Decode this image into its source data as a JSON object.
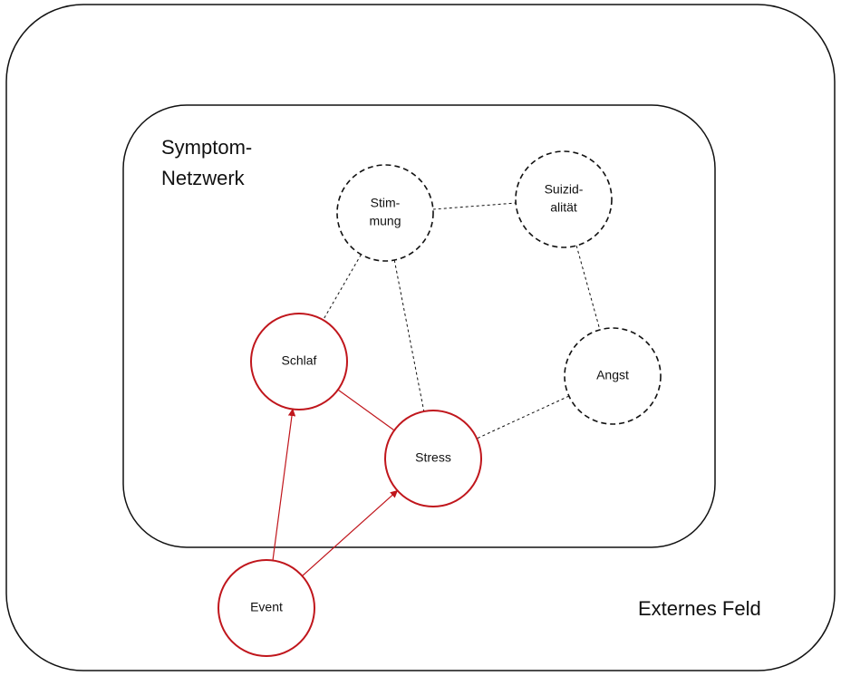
{
  "areas": {
    "outer": {
      "label": "Externes Feld"
    },
    "inner": {
      "label_lines": [
        "Symptom-",
        "Netzwerk"
      ]
    }
  },
  "nodes": {
    "stimmung": {
      "lines": [
        "Stim-",
        "mung"
      ],
      "state": "inactive"
    },
    "suizidalitaet": {
      "lines": [
        "Suizid-",
        "alität"
      ],
      "state": "inactive"
    },
    "schlaf": {
      "lines": [
        "Schlaf"
      ],
      "state": "active"
    },
    "angst": {
      "lines": [
        "Angst"
      ],
      "state": "inactive"
    },
    "stress": {
      "lines": [
        "Stress"
      ],
      "state": "active"
    },
    "event": {
      "lines": [
        "Event"
      ],
      "state": "active"
    }
  },
  "edges": [
    {
      "from": "stimmung",
      "to": "suizidalitaet",
      "style": "dashed"
    },
    {
      "from": "stimmung",
      "to": "schlaf",
      "style": "dashed"
    },
    {
      "from": "stimmung",
      "to": "stress",
      "style": "dashed"
    },
    {
      "from": "suizidalitaet",
      "to": "angst",
      "style": "dashed"
    },
    {
      "from": "angst",
      "to": "stress",
      "style": "dashed"
    },
    {
      "from": "schlaf",
      "to": "stress",
      "style": "solid"
    },
    {
      "from": "event",
      "to": "schlaf",
      "style": "arrow"
    },
    {
      "from": "event",
      "to": "stress",
      "style": "arrow"
    }
  ],
  "colors": {
    "active": "#c0161c",
    "inactive": "#111111",
    "frame": "#111111"
  }
}
